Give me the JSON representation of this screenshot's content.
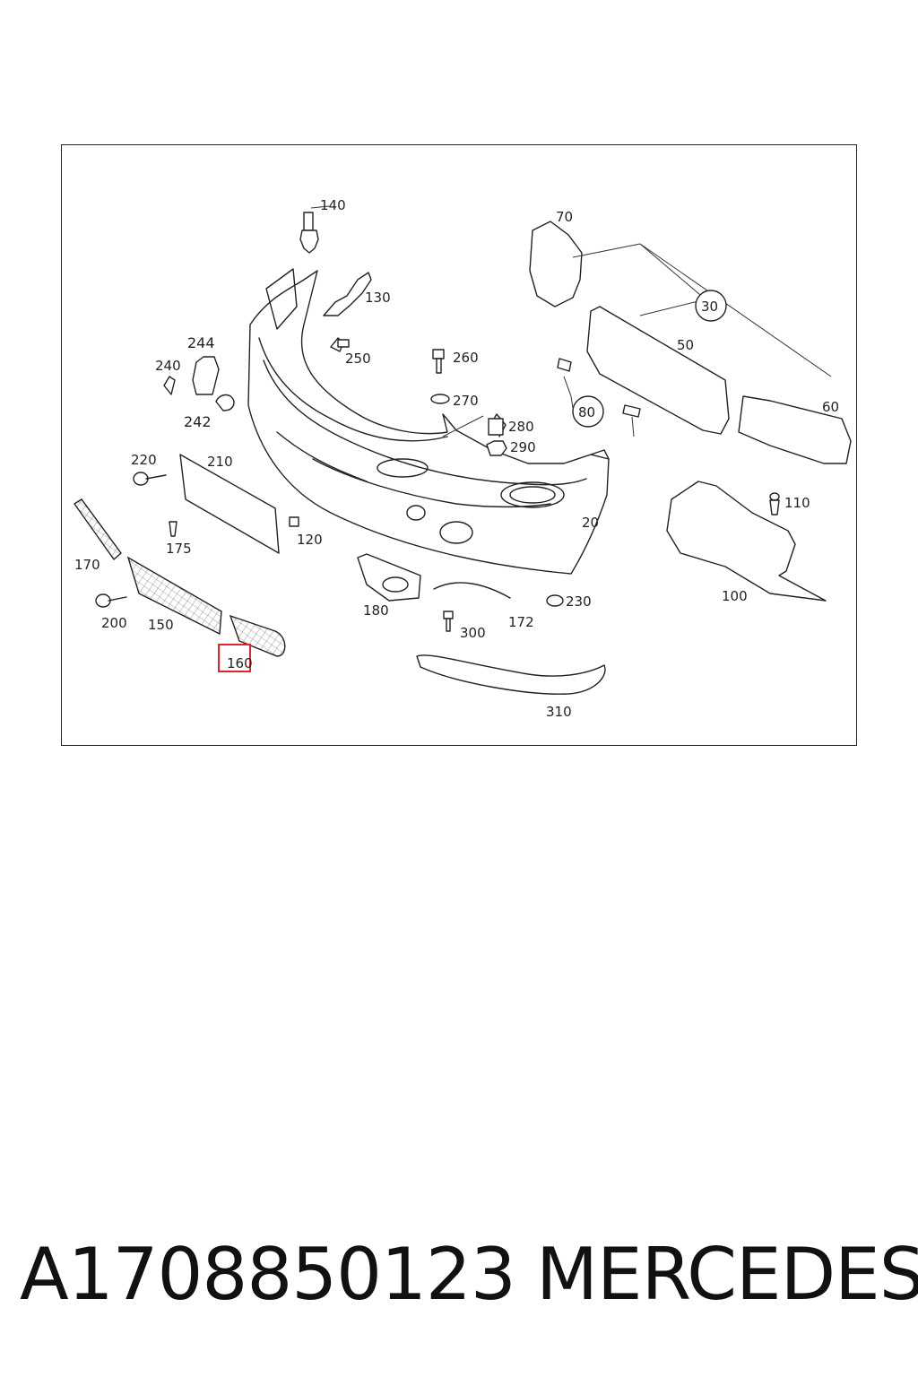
{
  "diagram": {
    "highlight_color": "#e0242b",
    "highlighted_callout": "160",
    "callouts": {
      "c140": "140",
      "c130": "130",
      "c250": "250",
      "c244": "244",
      "c240": "240",
      "c242": "242",
      "c260": "260",
      "c270": "270",
      "c280": "280",
      "c290": "290",
      "c70": "70",
      "c30": "30",
      "c50": "50",
      "c80": "80",
      "c60": "60",
      "c220": "220",
      "c210": "210",
      "c175": "175",
      "c120": "120",
      "c170": "170",
      "c200": "200",
      "c150": "150",
      "c160": "160",
      "c20": "20",
      "c110": "110",
      "c100": "100",
      "c180": "180",
      "c230": "230",
      "c172": "172",
      "c300": "300",
      "c310": "310"
    }
  },
  "footer": {
    "part_number": "A1708850123",
    "brand": "MERCEDES"
  }
}
